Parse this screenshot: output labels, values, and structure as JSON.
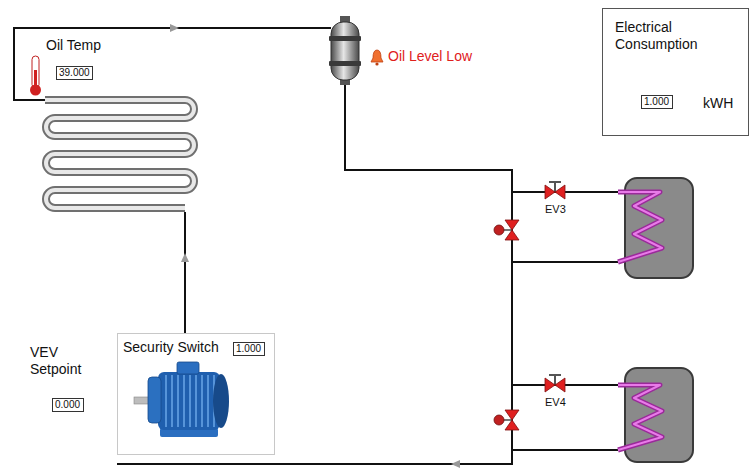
{
  "diagram": {
    "nodes": [
      {
        "text": [
          "39.000"
        ]
      },
      {
        "text": [
          "Electrical Consumption",
          "kWH"
        ]
      },
      {
        "text": [
          "1.000"
        ],
        "in": 1
      },
      {
        "text": [
          "Security Switch"
        ]
      },
      {
        "text": [
          "1.000"
        ],
        "in": 3
      },
      {
        "text": [
          "0.000"
        ]
      }
    ],
    "labels": [
      "Oil Temp",
      "Oil Level Low",
      "EV3",
      "EV4",
      "VEV Setpoint"
    ]
  }
}
